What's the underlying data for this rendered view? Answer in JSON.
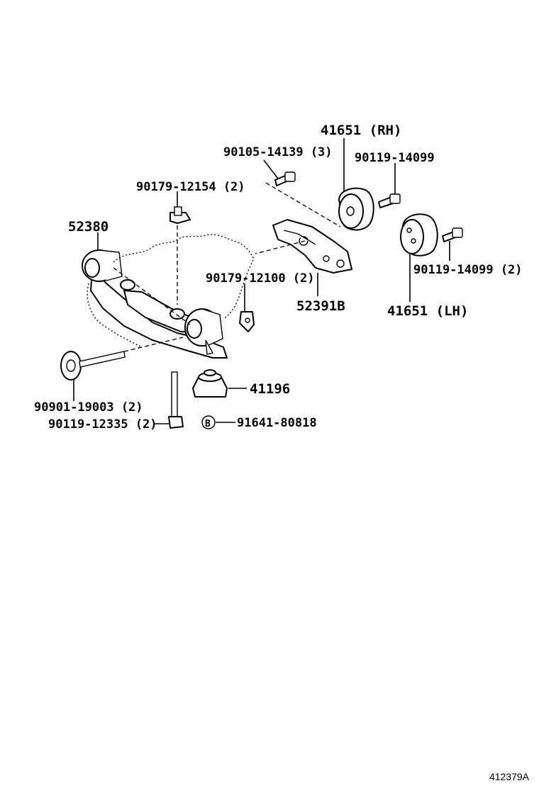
{
  "labels": {
    "p41651_rh": "41651 (RH)",
    "p90105": "90105-14139 (3)",
    "p90119_top": "90119-14099",
    "p90179_12154": "90179-12154 (2)",
    "p52380": "52380",
    "p90179_12100": "90179-12100 (2)",
    "p90119_right": "90119-14099 (2)",
    "p52391b": "52391B",
    "p41651_lh": "41651 (LH)",
    "p41196": "41196",
    "p90901": "90901-19003 (2)",
    "p90119_12335": "90119-12335 (2)",
    "b_marker": "B",
    "p91641": "91641-80818"
  },
  "reference": "412379A"
}
